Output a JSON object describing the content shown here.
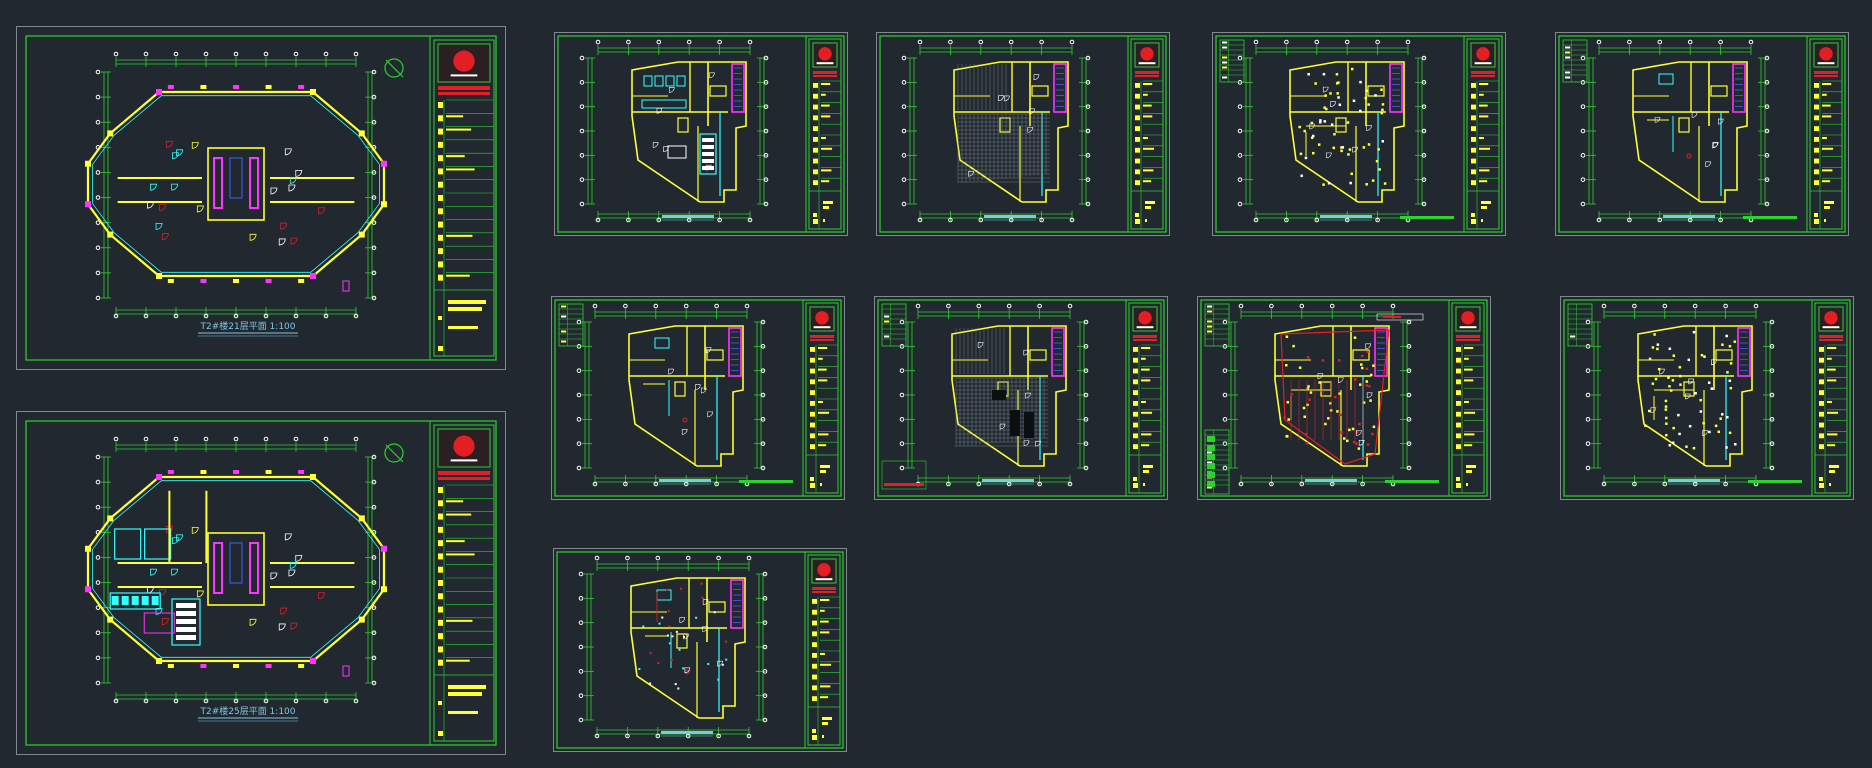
{
  "canvas": {
    "background": "#212830"
  },
  "colors": {
    "frame": "#2ed12e",
    "wall_yellow": "#ffff33",
    "cyan": "#33ffff",
    "magenta": "#ff33ff",
    "red": "#e31e24",
    "white": "#ffffff",
    "blue": "#4060ff",
    "caption": "#7ec8e3"
  },
  "sheets": [
    {
      "id": "sheet-1",
      "kind": "large",
      "variant": "empty",
      "caption": "T2#楼21层平面 1:100"
    },
    {
      "id": "sheet-2",
      "kind": "large",
      "variant": "furnished",
      "caption": "T2#楼25层平面 1:100"
    },
    {
      "id": "sheet-3",
      "kind": "small",
      "variant": "furniture",
      "caption": ""
    },
    {
      "id": "sheet-4",
      "kind": "small",
      "variant": "floor-tiles",
      "caption": ""
    },
    {
      "id": "sheet-5",
      "kind": "small",
      "variant": "ceiling",
      "caption": ""
    },
    {
      "id": "sheet-6",
      "kind": "small",
      "variant": "walls",
      "caption": ""
    },
    {
      "id": "sheet-7",
      "kind": "small",
      "variant": "walls",
      "caption": ""
    },
    {
      "id": "sheet-8",
      "kind": "small",
      "variant": "floor-dark",
      "caption": ""
    },
    {
      "id": "sheet-9",
      "kind": "small",
      "variant": "electrical",
      "caption": ""
    },
    {
      "id": "sheet-10",
      "kind": "small",
      "variant": "lighting",
      "caption": ""
    },
    {
      "id": "sheet-11",
      "kind": "small",
      "variant": "walls-dense",
      "caption": ""
    }
  ]
}
